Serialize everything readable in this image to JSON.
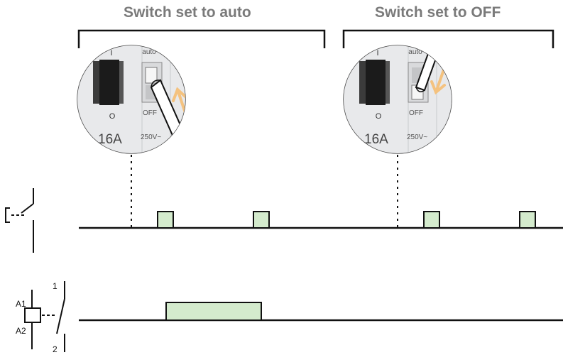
{
  "headings": {
    "auto": "Switch set to auto",
    "off": "Switch set to OFF"
  },
  "breaker": {
    "label_on": "I",
    "label_off": "O",
    "label_auto": "auto",
    "label_off_pos": "OFF",
    "rating": "16A",
    "voltage": "250V~"
  },
  "relay": {
    "terminal_a1": "A1",
    "terminal_a2": "A2",
    "contact_1": "1",
    "contact_2": "2"
  },
  "colors": {
    "pulse_fill": "#d4ebcd",
    "arrow": "#f4c27f",
    "heading_text": "#7a7a7a",
    "line": "#111111",
    "breaker_body": "#e6e7e9"
  },
  "icons": {
    "input": "pushbutton-contact-icon",
    "output": "relay-coil-contact-icon",
    "tool": "screwdriver-icon",
    "direction": "arrow-icon"
  }
}
